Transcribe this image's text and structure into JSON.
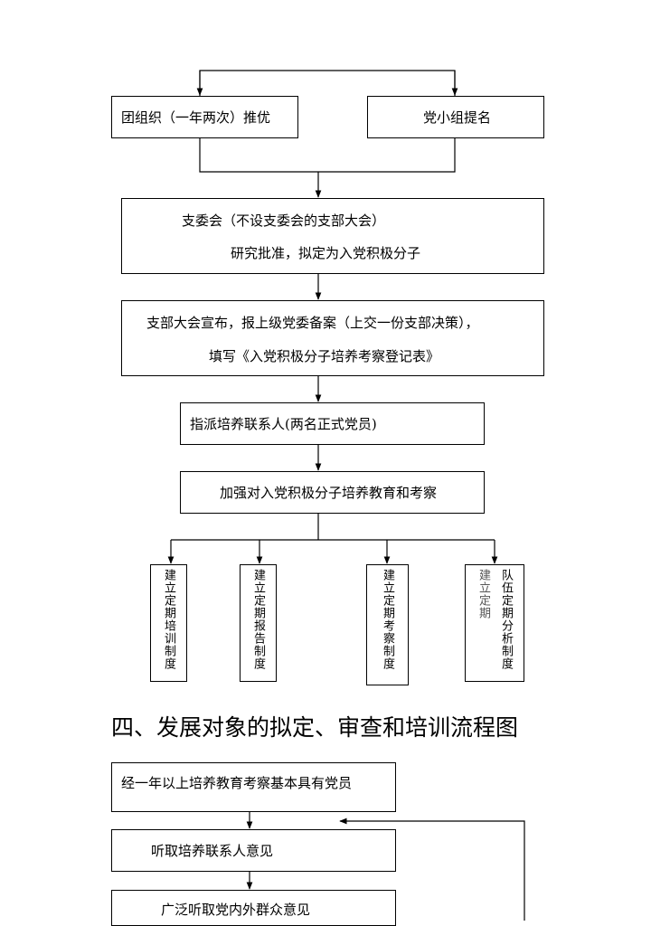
{
  "flow1": {
    "league_recommend": "团组织（一年两次）推优",
    "party_group_nominate": "党小组提名",
    "committee_line1": "支委会（不设支委会的支部大会）",
    "committee_line2": "研究批准，拟定为入党积极分子",
    "announce_line1": "支部大会宣布，报上级党委备案（上交一份支部决策），",
    "announce_line2": "填写《入党积极分子培养考察登记表》",
    "assign_contacts": "指派培养联系人(两名正式党员)",
    "strengthen": "加强对入党积极分子培养教育和考察",
    "systems": [
      {
        "lines": [
          "建立定期培训制度"
        ]
      },
      {
        "lines": [
          "建立定期报告制度"
        ]
      },
      {
        "lines": [
          "建立定期考察制度"
        ]
      },
      {
        "lines": [
          "建立定期",
          "队伍定期分析制度"
        ]
      }
    ]
  },
  "section4": {
    "heading": "四、发展对象的拟定、审查和培训流程图",
    "step1": "经一年以上培养教育考察基本具有党员",
    "step2": "听取培养联系人意见",
    "step3": "广泛听取党内外群众意见"
  }
}
